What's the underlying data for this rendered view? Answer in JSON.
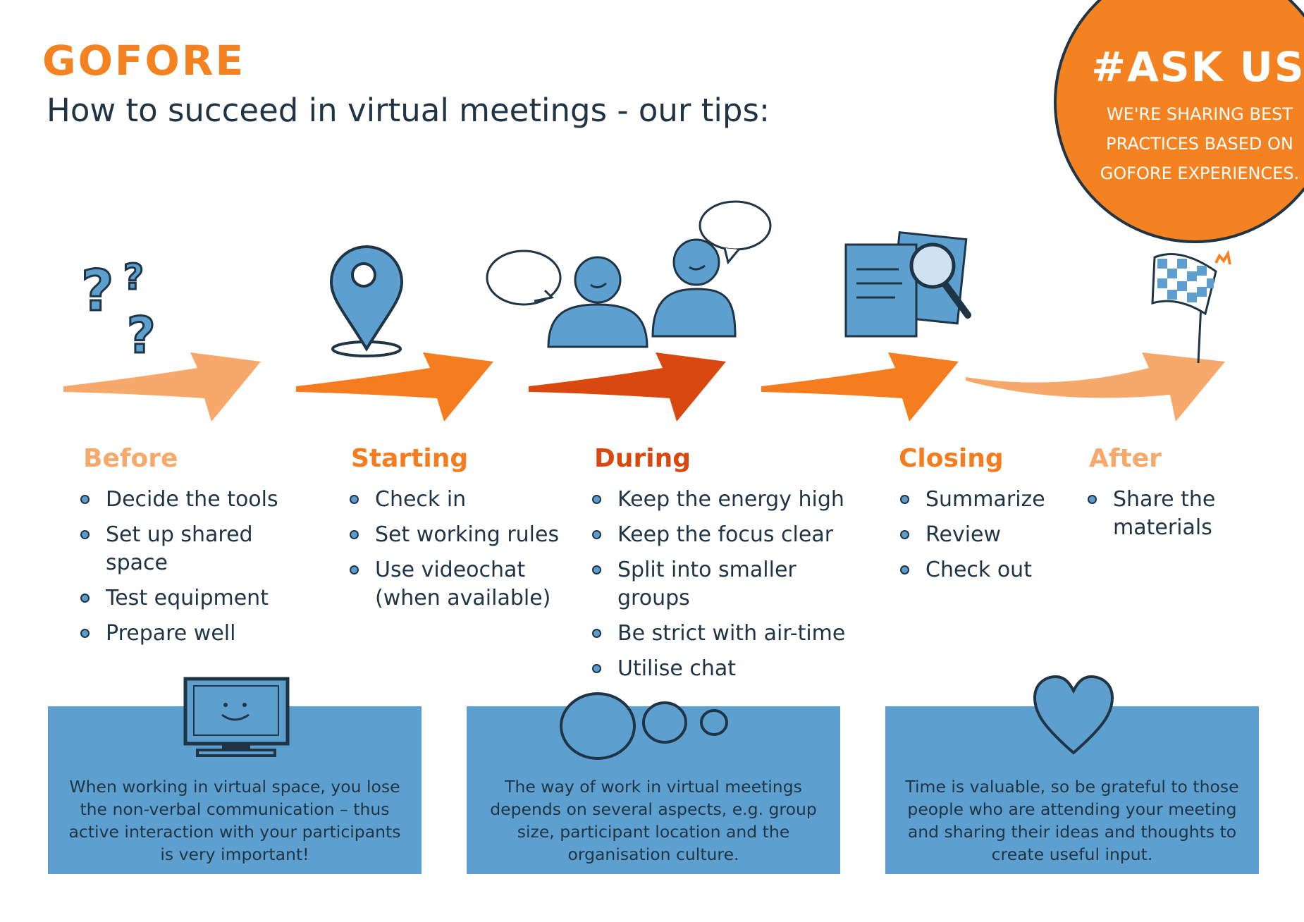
{
  "brand": {
    "logo_text": "GOFORE",
    "accent": "#f58220"
  },
  "title": "How to succeed in virtual meetings - our tips:",
  "badge": {
    "headline": "#ASK US",
    "lines": [
      "WE'RE SHARING BEST",
      "PRACTICES BASED ON",
      "GOFORE EXPERIENCES."
    ],
    "color": "#f58220"
  },
  "stages": [
    {
      "heading": "Before",
      "color": "#f7a96b",
      "icon": "question-marks-icon",
      "tips": [
        "Decide the tools",
        "Set up shared space",
        "Test equipment",
        "Prepare well"
      ]
    },
    {
      "heading": "Starting",
      "color": "#f57c1f",
      "icon": "location-pin-icon",
      "tips": [
        "Check in",
        "Set working rules",
        "Use videochat (when available)"
      ]
    },
    {
      "heading": "During",
      "color": "#d9480f",
      "icon": "people-chatting-icon",
      "tips": [
        "Keep the energy high",
        "Keep the focus clear",
        "Split into smaller groups",
        "Be strict with air-time",
        "Utilise chat"
      ]
    },
    {
      "heading": "Closing",
      "color": "#f57c1f",
      "icon": "documents-magnifier-icon",
      "tips": [
        "Summarize",
        "Review",
        "Check out"
      ]
    },
    {
      "heading": "After",
      "color": "#f7a96b",
      "icon": "checkered-flag-icon",
      "tips": [
        "Share the materials"
      ]
    }
  ],
  "cards": [
    {
      "icon": "smiling-monitor-icon",
      "text": "When working in virtual space, you lose the non-verbal communication – thus active interaction with your participants is very important!"
    },
    {
      "icon": "thought-bubbles-icon",
      "text": "The way of work in virtual meetings depends on several aspects, e.g. group size, participant location and the organisation culture."
    },
    {
      "icon": "heart-icon",
      "text": "Time is valuable, so be grateful to those people who are attending your meeting and sharing their ideas and thoughts to create useful input."
    }
  ],
  "colors": {
    "dark": "#1f3444",
    "blue": "#5da0cf",
    "orange": "#f58220",
    "light_orange": "#f7a96b",
    "dark_orange": "#d9480f"
  }
}
